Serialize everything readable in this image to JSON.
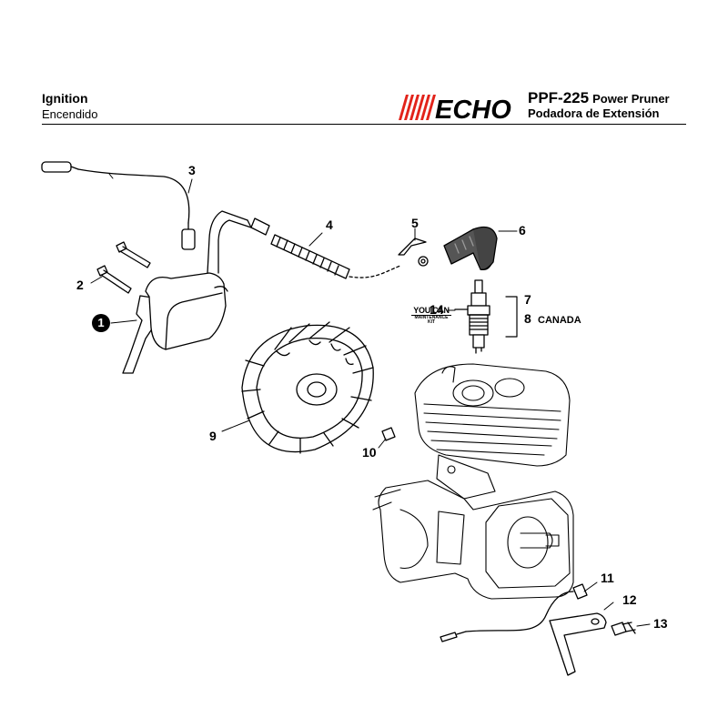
{
  "header": {
    "section_title": "Ignition",
    "section_subtitle": "Encendido",
    "brand": "ECHO",
    "model": "PPF-225",
    "model_desc": "Power Pruner",
    "model_desc_es": "Podadora de Extensión"
  },
  "colors": {
    "brand_red": "#e2231a",
    "line": "#000000"
  },
  "callouts": {
    "c1": "1",
    "c2": "2",
    "c3": "3",
    "c4": "4",
    "c5": "5",
    "c6": "6",
    "c7": "7",
    "c8": "8",
    "c8_note": "CANADA",
    "c9": "9",
    "c10": "10",
    "c11": "11",
    "c12": "12",
    "c13": "13",
    "c14": "14"
  },
  "kit_badge": {
    "top": "YOUICAN",
    "bottom": "MAINTENANCE KIT"
  }
}
